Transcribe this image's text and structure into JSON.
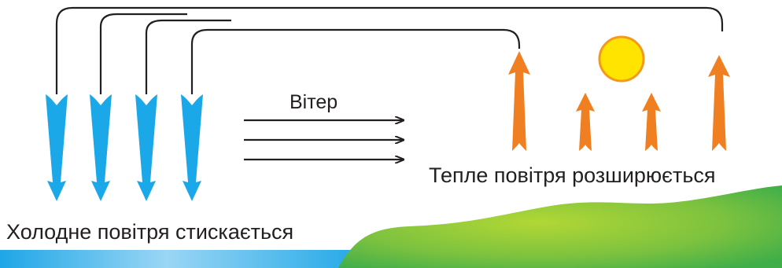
{
  "labels": {
    "wind": "Вітер",
    "warm_air": "Тепле повітря розширюється",
    "cold_air": "Холодне повітря стискається"
  },
  "colors": {
    "cold_arrow": "#1aa8e8",
    "warm_arrow": "#f07f22",
    "sea": "#29a9e6",
    "sea_light": "#9ad6f5",
    "land": "#5cb93f",
    "land_light": "#a6d23a",
    "sun_fill": "#ffe400",
    "sun_stroke": "#f39a1b",
    "line": "#231f20"
  },
  "icons": [
    "sun-icon",
    "cold-air-arrow",
    "warm-air-arrow",
    "wind-arrow"
  ]
}
